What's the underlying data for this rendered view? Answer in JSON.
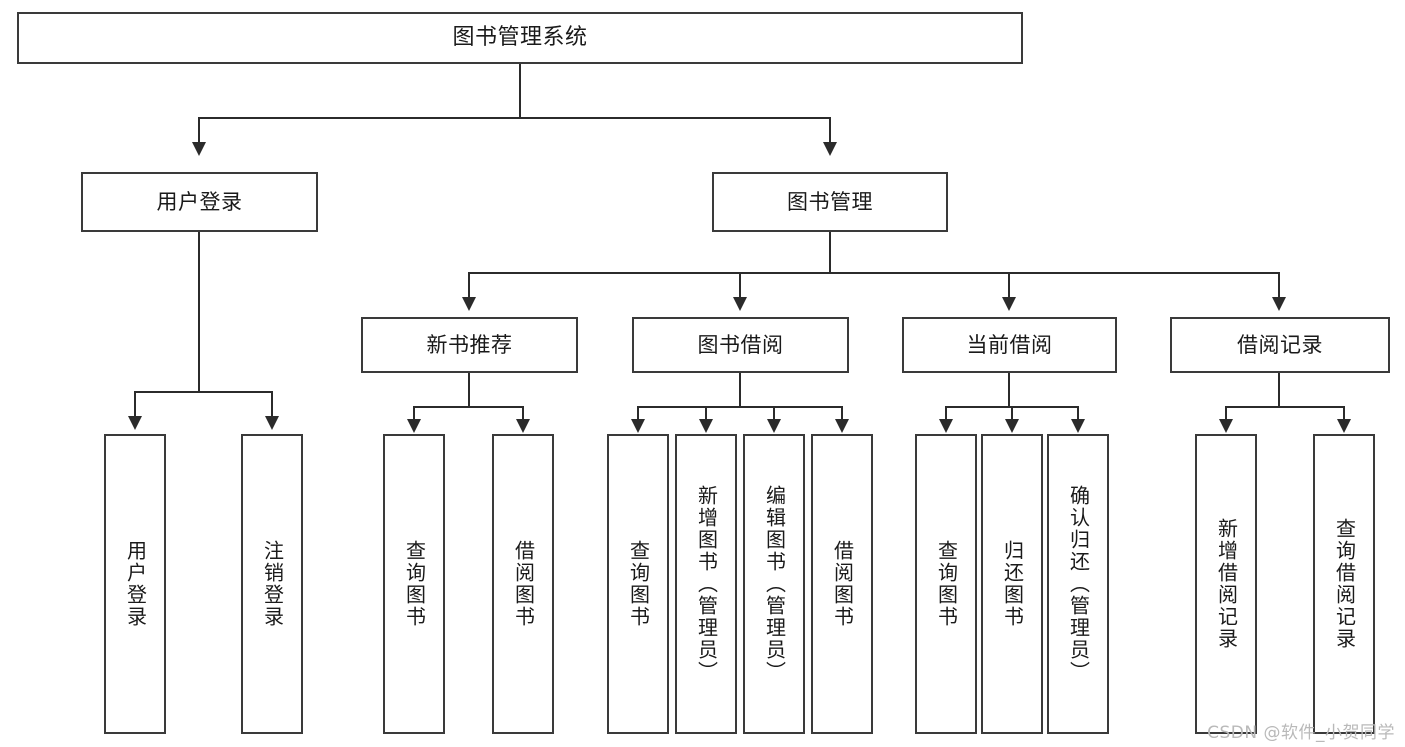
{
  "diagram": {
    "title": "图书管理系统",
    "type": "tree-hierarchy-diagram",
    "watermark": "CSDN @软件_小贺同学",
    "colors": {
      "box_border": "#3a3a3a",
      "connector": "#2b2b2b",
      "background": "#ffffff",
      "text": "#1a1a1a",
      "watermark": "#b9b9b9"
    },
    "root": {
      "label": "图书管理系统"
    },
    "level2": [
      {
        "label": "用户登录"
      },
      {
        "label": "图书管理"
      }
    ],
    "level3": [
      {
        "label": "新书推荐"
      },
      {
        "label": "图书借阅"
      },
      {
        "label": "当前借阅"
      },
      {
        "label": "借阅记录"
      }
    ],
    "leaves": {
      "user_login": [
        {
          "label": "用户登录"
        },
        {
          "label": "注销登录"
        }
      ],
      "new_book_recommend": [
        {
          "label": "查询图书"
        },
        {
          "label": "借阅图书"
        }
      ],
      "book_borrow": [
        {
          "label": "查询图书"
        },
        {
          "label": "新增图书（管理员）"
        },
        {
          "label": "编辑图书（管理员）"
        },
        {
          "label": "借阅图书"
        }
      ],
      "current_borrow": [
        {
          "label": "查询图书"
        },
        {
          "label": "归还图书"
        },
        {
          "label": "确认归还（管理员）"
        }
      ],
      "borrow_record": [
        {
          "label": "新增借阅记录"
        },
        {
          "label": "查询借阅记录"
        }
      ]
    }
  }
}
